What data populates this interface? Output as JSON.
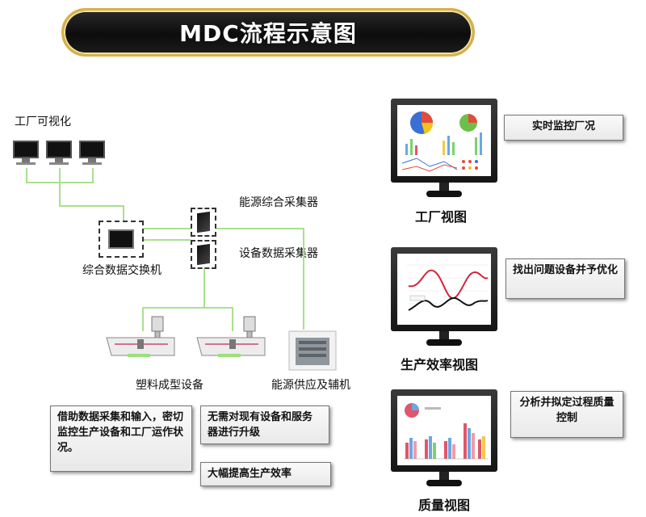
{
  "title": "MDC流程示意图",
  "labels": {
    "factory_visual": "工厂可视化",
    "energy_collector": "能源综合采集器",
    "device_collector": "设备数据采集器",
    "switch": "综合数据交换机",
    "molding": "塑料成型设备",
    "energy_supply": "能源供应及辅机"
  },
  "notes": {
    "collect": "借助数据采集和输入，密切监控生产设备和工厂运作状况。",
    "no_upgrade": "无需对现有设备和服务器进行升级",
    "efficiency": "大幅提高生产效率"
  },
  "views": [
    {
      "name": "工厂视图",
      "desc": "实时监控厂况"
    },
    {
      "name": "生产效率视图",
      "desc": "找出问题设备并予优化"
    },
    {
      "name": "质量视图",
      "desc": "分析并拟定过程质量控制"
    }
  ],
  "colors": {
    "line": "#a9e08d",
    "banner_border": "#d6b24a",
    "pie": [
      "#3b6fd6",
      "#e44b3a",
      "#f0c419",
      "#6cc04a"
    ],
    "bars": [
      "#e0566a",
      "#6aa7e6",
      "#f39aa7",
      "#7bd36b",
      "#f2c94c"
    ]
  },
  "icons": {
    "mini_monitor": "monitor-icon",
    "collector": "device-box-icon",
    "machine": "injection-machine-icon",
    "cooling": "cooling-tower-icon"
  }
}
